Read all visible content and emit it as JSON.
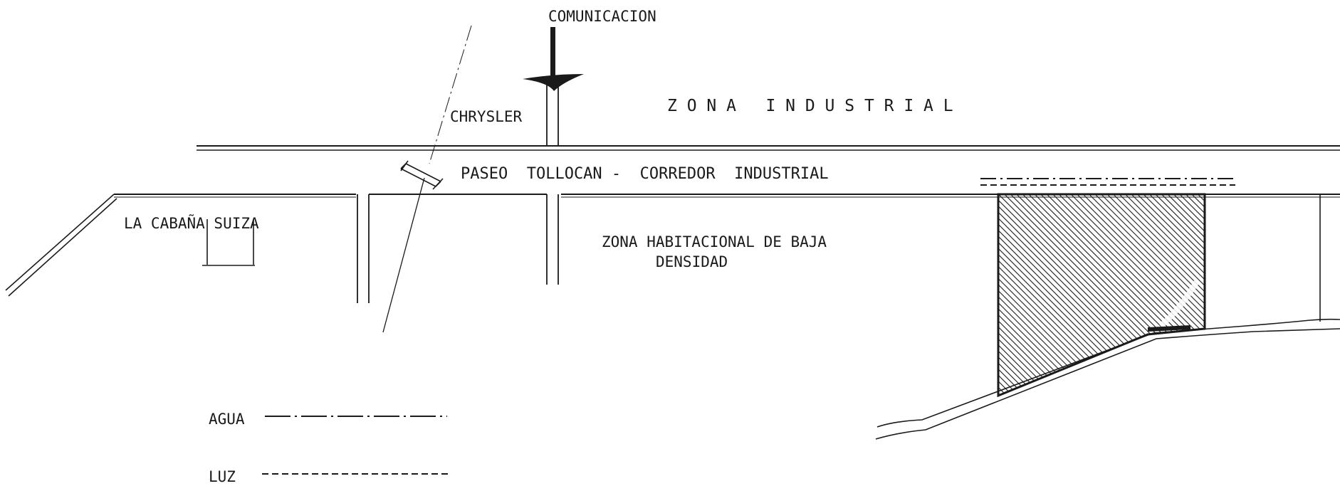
{
  "labels": {
    "comunicacion": "COMUNICACION",
    "chrysler": "CHRYSLER",
    "zona_industrial": "Z O N A   I N D U S T R I A L",
    "paseo": "PASEO  TOLLOCAN -  CORREDOR  INDUSTRIAL",
    "cabana": "LA CABAÑA SUIZA",
    "habitacional_line1": "ZONA HABITACIONAL DE BAJA",
    "habitacional_line2": "DENSIDAD"
  },
  "legend": {
    "agua": "AGUA",
    "luz": "LUZ"
  },
  "colors": {
    "ink": "#1a1a1a",
    "paper": "#ffffff"
  }
}
